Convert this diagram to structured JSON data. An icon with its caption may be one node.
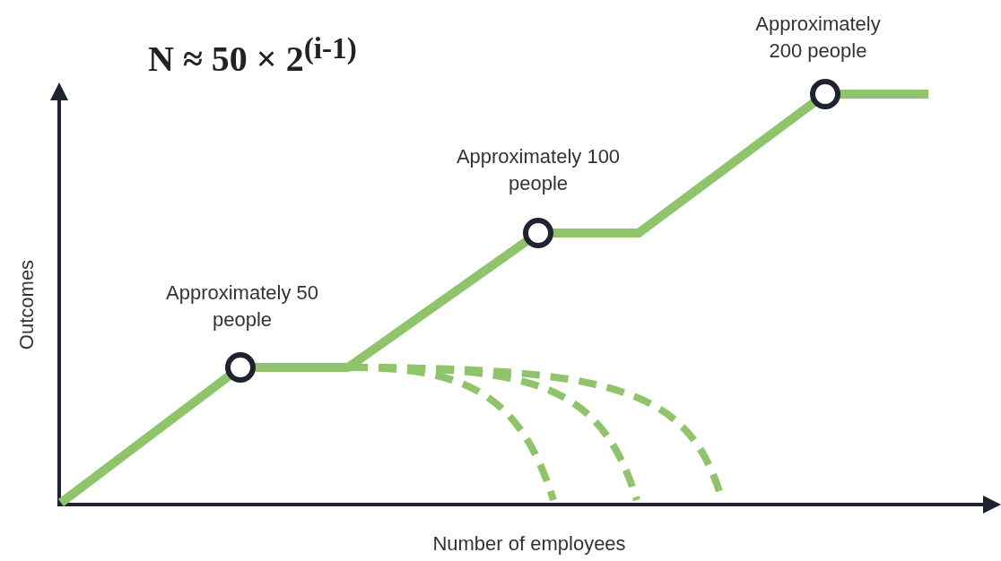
{
  "diagram": {
    "title": "N ≈ 50 × 2$^{(i-1)}$",
    "labels": [
      "Approximately 200 people",
      "Approximately 100 people",
      "Approximately 50 people",
      "Outcomes",
      "Number of employees"
    ]
  }
}
